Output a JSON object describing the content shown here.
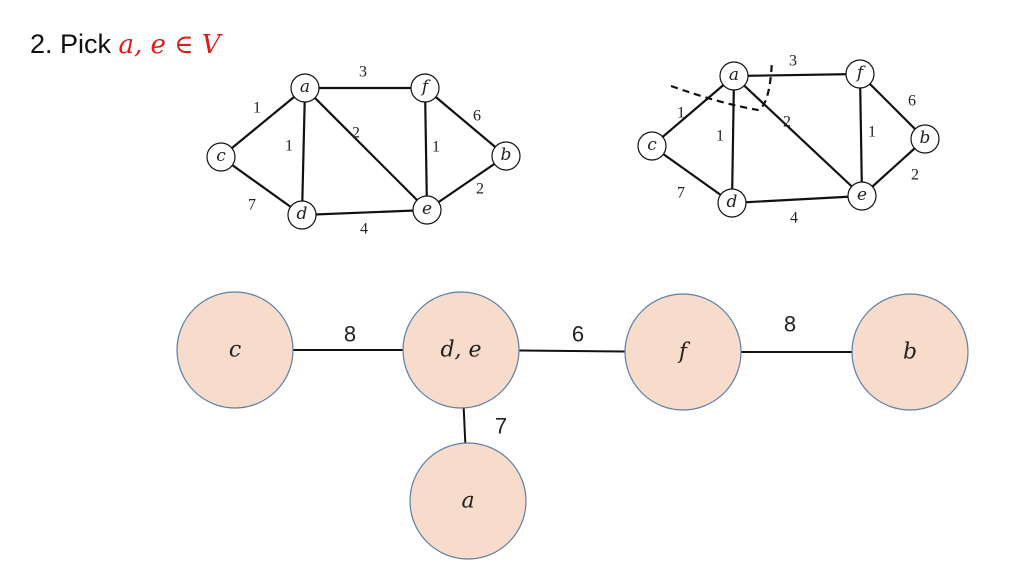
{
  "title": {
    "prefix": "2.  Pick ",
    "math": "a, e ∈ V"
  },
  "graph1": {
    "nodes": [
      "a",
      "c",
      "d",
      "e",
      "f",
      "b"
    ],
    "edges": [
      {
        "from": "a",
        "to": "f",
        "weight": "3"
      },
      {
        "from": "c",
        "to": "a",
        "weight": "1"
      },
      {
        "from": "a",
        "to": "d",
        "weight": "1"
      },
      {
        "from": "a",
        "to": "e",
        "weight": "2"
      },
      {
        "from": "f",
        "to": "e",
        "weight": "1"
      },
      {
        "from": "f",
        "to": "b",
        "weight": "6"
      },
      {
        "from": "c",
        "to": "d",
        "weight": "7"
      },
      {
        "from": "d",
        "to": "e",
        "weight": "4"
      },
      {
        "from": "e",
        "to": "b",
        "weight": "2"
      }
    ]
  },
  "graph2": {
    "nodes": [
      "a",
      "c",
      "d",
      "e",
      "f",
      "b"
    ],
    "edges": [
      {
        "from": "a",
        "to": "f",
        "weight": "3"
      },
      {
        "from": "c",
        "to": "a",
        "weight": "1"
      },
      {
        "from": "a",
        "to": "d",
        "weight": "1"
      },
      {
        "from": "a",
        "to": "e",
        "weight": "2"
      },
      {
        "from": "f",
        "to": "e",
        "weight": "1"
      },
      {
        "from": "f",
        "to": "b",
        "weight": "6"
      },
      {
        "from": "c",
        "to": "d",
        "weight": "7"
      },
      {
        "from": "d",
        "to": "e",
        "weight": "4"
      },
      {
        "from": "e",
        "to": "b",
        "weight": "2"
      }
    ]
  },
  "bottom": {
    "node_fill": "#f8dccb",
    "node_stroke": "#5b7fa6",
    "nodes": [
      "c",
      "d, e",
      "f",
      "b",
      "a"
    ],
    "edges": [
      {
        "from": "c",
        "to": "d, e",
        "weight": "8"
      },
      {
        "from": "d, e",
        "to": "f",
        "weight": "6"
      },
      {
        "from": "f",
        "to": "b",
        "weight": "8"
      },
      {
        "from": "d, e",
        "to": "a",
        "weight": "7"
      }
    ]
  }
}
